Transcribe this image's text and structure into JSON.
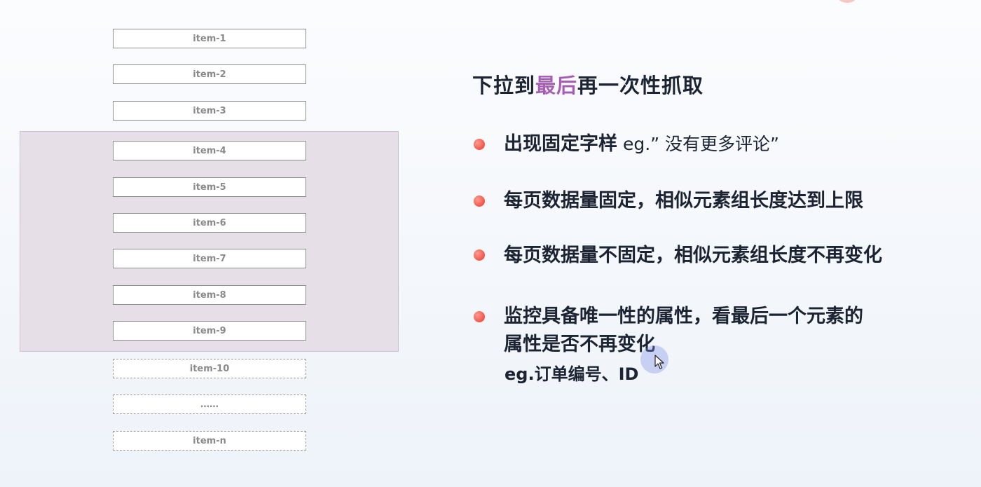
{
  "diagram": {
    "items_above": [
      "item-1",
      "item-2",
      "item-3"
    ],
    "items_visible": [
      "item-4",
      "item-5",
      "item-6",
      "item-7",
      "item-8",
      "item-9"
    ],
    "items_pending": [
      "item-10",
      "……",
      "item-n"
    ]
  },
  "content": {
    "title_prefix": "下拉到",
    "title_highlight": "最后",
    "title_suffix": "再一次性抓取",
    "points": [
      {
        "text": "出现固定字样",
        "example": " eg.” 没有更多评论”"
      },
      {
        "text": "每页数据量固定，相似元素组长度达到上限"
      },
      {
        "text": "每页数据量不固定，相似元素组长度不再变化"
      },
      {
        "line1": "监控具备唯一性的属性，看最后一个元素的",
        "line2": "属性是否不再变化",
        "sub": "eg.订单编号、ID"
      }
    ]
  },
  "colors": {
    "highlight": "#a75fb3",
    "bullet": "#f0554a",
    "viewport": "#e6dfe8"
  },
  "icons": [
    "bullet-dot-icon",
    "mouse-pointer-icon"
  ]
}
